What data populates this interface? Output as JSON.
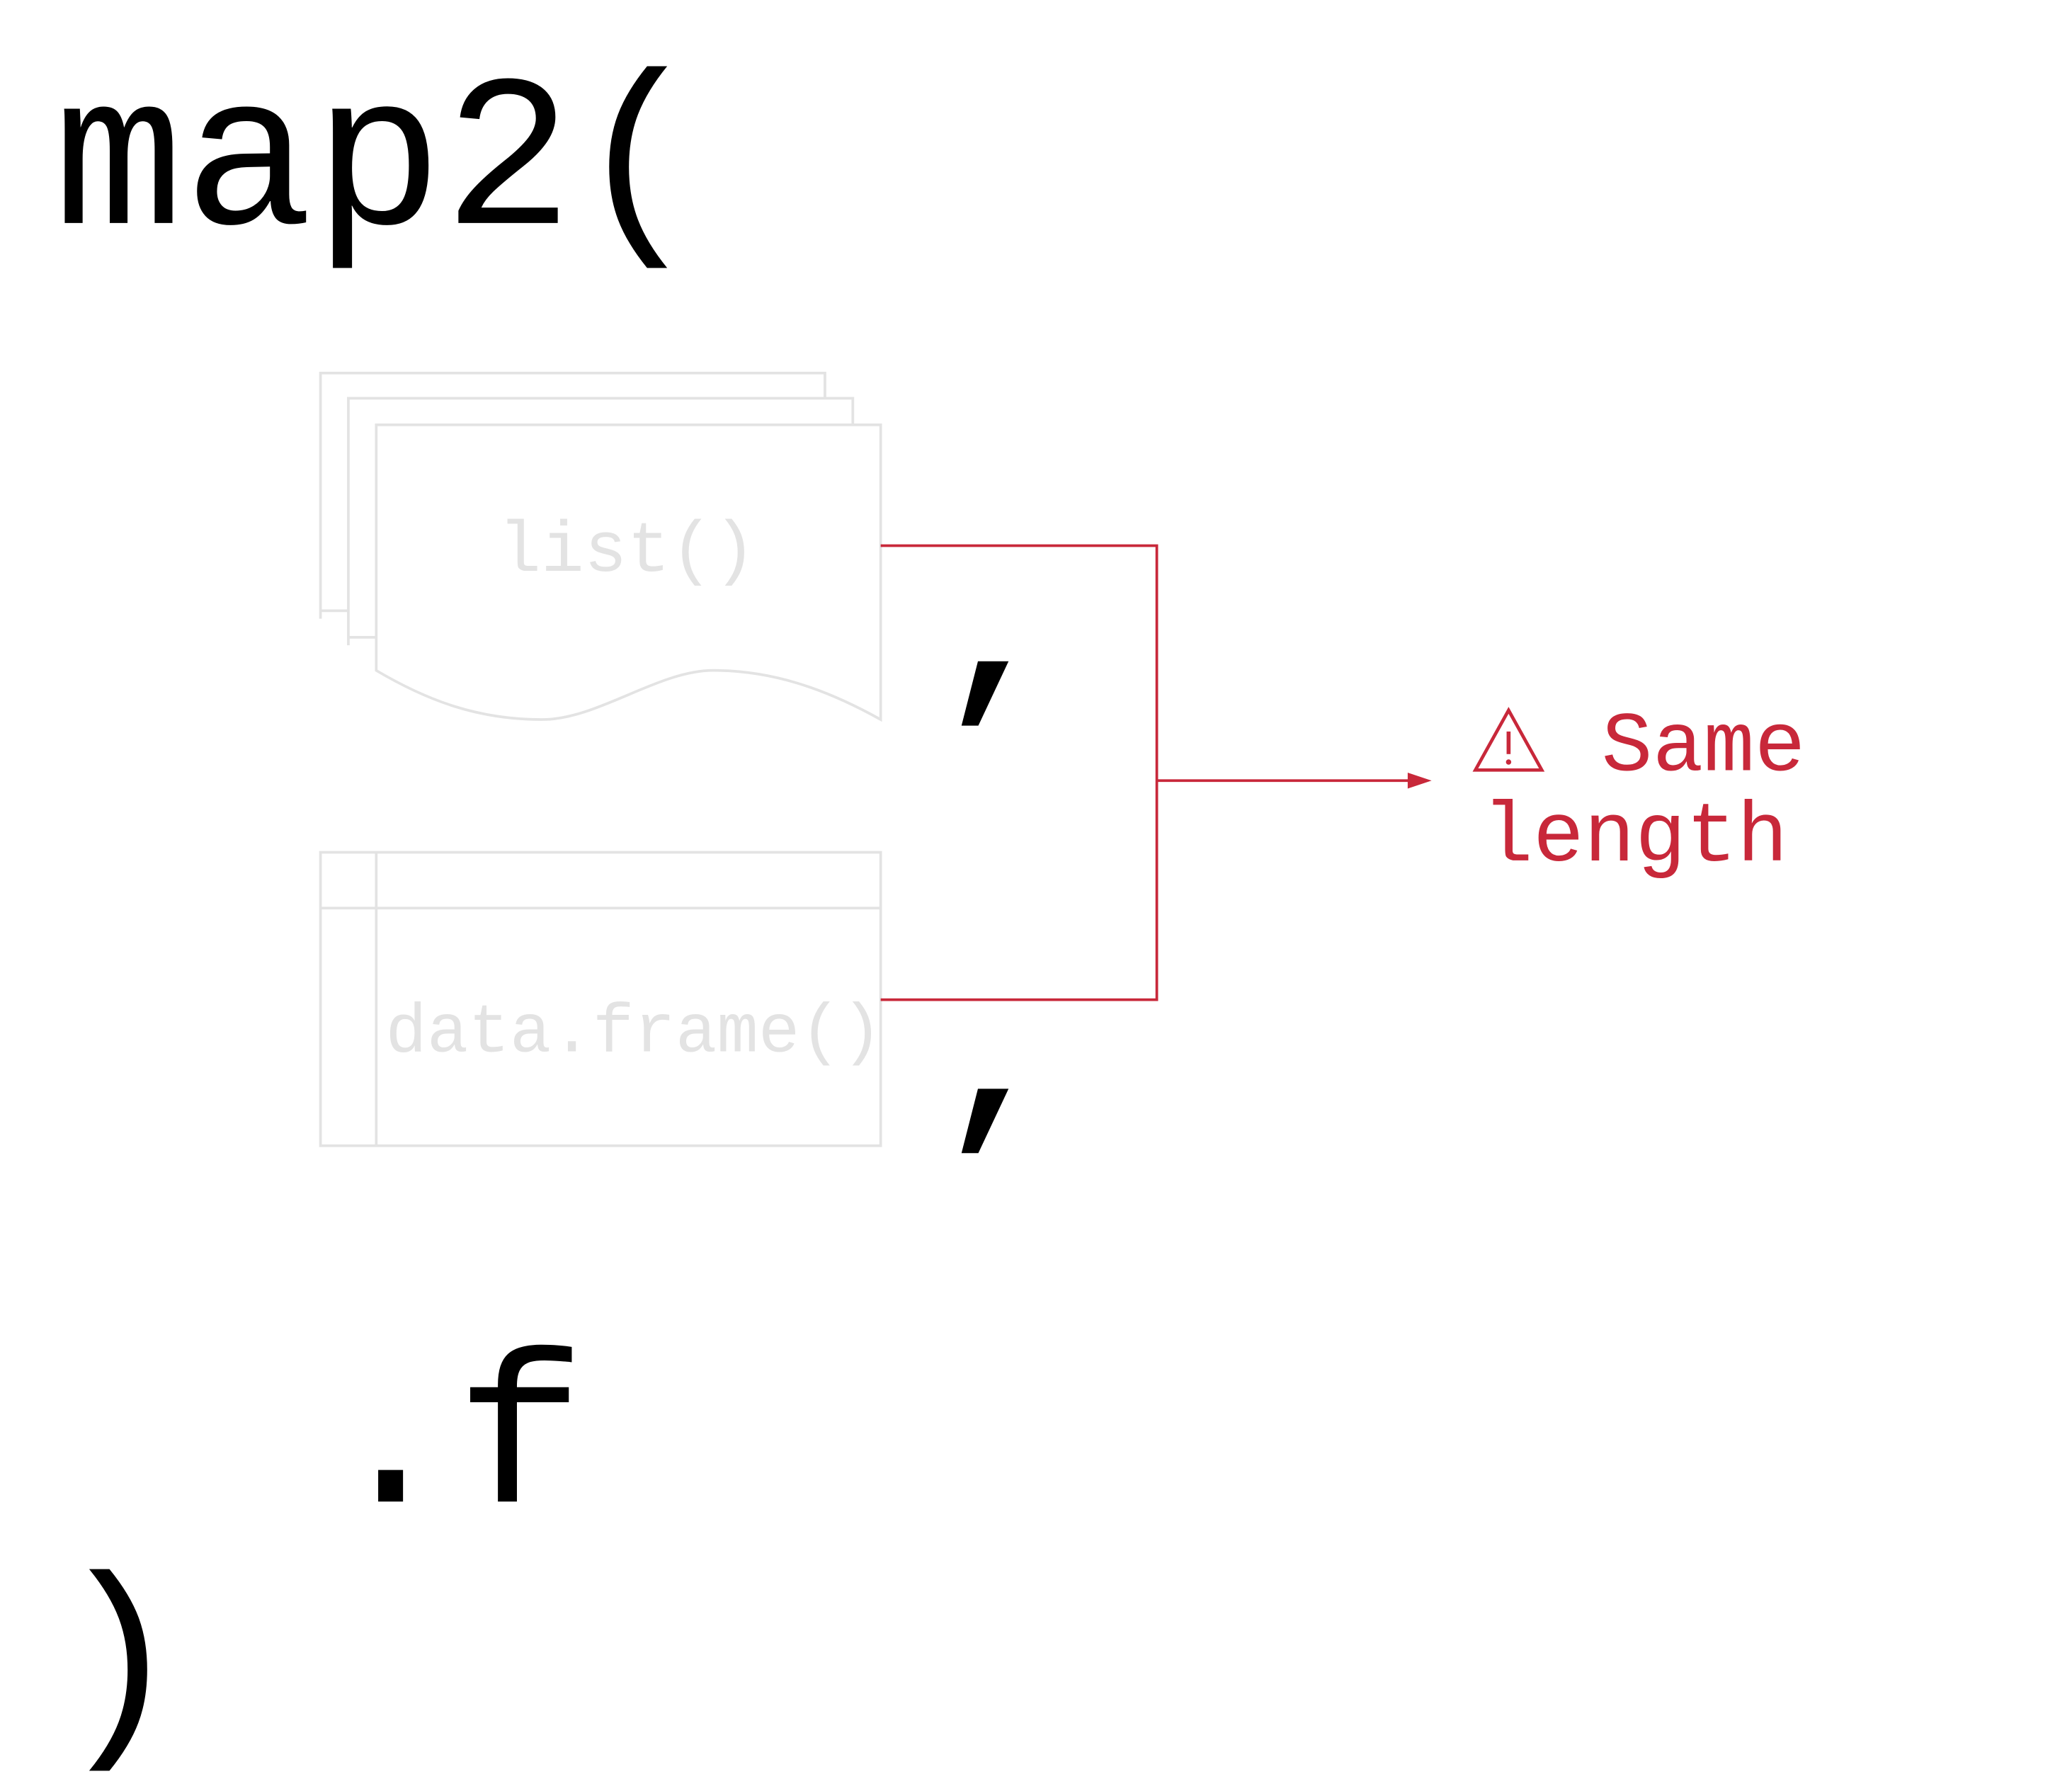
{
  "code": {
    "open": "map2(",
    "comma1": ",",
    "comma2": ",",
    "func_arg": ".f",
    "close": ")"
  },
  "inputs": {
    "list_label": "list()",
    "dataframe_label": "data.frame()"
  },
  "annotation": {
    "icon": "warning-icon",
    "line1": "Same",
    "line2": "length"
  },
  "colors": {
    "accent": "#c8283a",
    "placeholder": "#e3e3e3",
    "text": "#000000"
  }
}
